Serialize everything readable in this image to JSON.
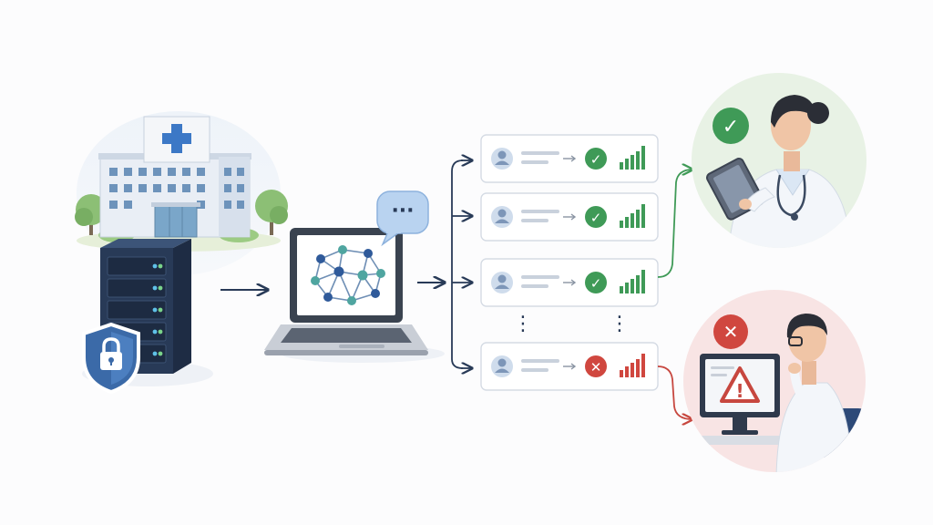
{
  "diagram": {
    "source": {
      "hospital_icon": "hospital-building-icon",
      "server_icon": "server-rack-icon",
      "security_icon": "shield-lock-icon"
    },
    "model": {
      "device_icon": "laptop-icon",
      "network_icon": "neural-network-icon",
      "chat_icon": "chat-bubble-icon",
      "chat_glyph": "···"
    },
    "results": [
      {
        "status": "ok",
        "status_glyph": "✓",
        "bars_color": "#3f9a57"
      },
      {
        "status": "ok",
        "status_glyph": "✓",
        "bars_color": "#3f9a57"
      },
      {
        "status": "ok",
        "status_glyph": "✓",
        "bars_color": "#3f9a57"
      },
      {
        "status": "error",
        "status_glyph": "✕",
        "bars_color": "#d0473f"
      }
    ],
    "ellipsis_glyph": "⋮",
    "outcomes": {
      "approved": {
        "badge_glyph": "✓",
        "icon": "doctor-with-tablet-icon"
      },
      "flagged": {
        "badge_glyph": "✕",
        "warning_glyph": "!",
        "icon": "doctor-at-monitor-icon"
      }
    },
    "colors": {
      "success": "#3f9a57",
      "error": "#d0473f",
      "navy": "#283a57",
      "blue": "#4a78b4",
      "teal": "#4fa5a0",
      "success_bg": "#e8f2e5",
      "error_bg": "#f8e4e4"
    }
  }
}
